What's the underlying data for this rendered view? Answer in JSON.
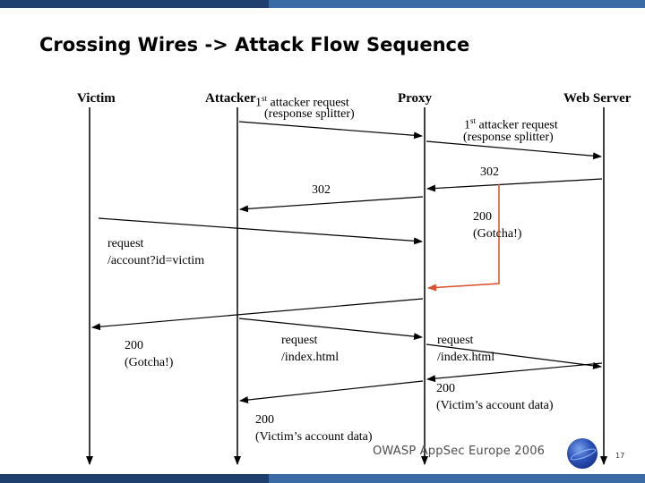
{
  "title": "Crossing Wires -> Attack Flow Sequence",
  "actors": {
    "victim": "Victim",
    "attacker": "Attacker",
    "proxy": "Proxy",
    "web_server": "Web Server"
  },
  "messages": {
    "m1": {
      "sup_prefix": "1",
      "sup": "st",
      "line1_rest": " attacker request",
      "line2": "(response splitter)"
    },
    "m2": {
      "sup_prefix": "1",
      "sup": "st",
      "line1_rest": " attacker request",
      "line2": "(response splitter)"
    },
    "m3": "302",
    "m4": "302",
    "m5": {
      "line1": "200",
      "line2": "(Gotcha!)"
    },
    "m6": {
      "line1": "request",
      "line2": "/account?id=victim"
    },
    "m7": {
      "line1": "200",
      "line2": "(Gotcha!)"
    },
    "m8": {
      "line1": "request",
      "line2": "/index.html"
    },
    "m9": {
      "line1": "request",
      "line2": "/index.html"
    },
    "m10": {
      "line1": "200",
      "line2": "(Victim’s account data)"
    },
    "m11": {
      "line1": "200",
      "line2": "(Victim’s account data)"
    }
  },
  "footer": "OWASP AppSec Europe 2006",
  "page_number": "17",
  "colors": {
    "bar_dark": "#1f3f6e",
    "bar_light": "#3a6ba5",
    "highlight": "#d9502a"
  }
}
